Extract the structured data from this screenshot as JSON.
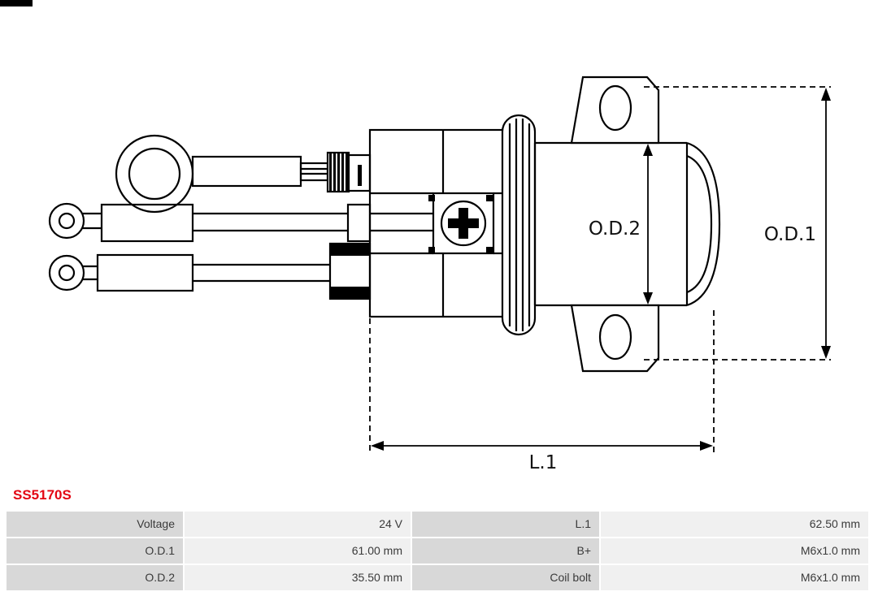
{
  "part_number": "SS5170S",
  "drawing": {
    "dimension_labels": {
      "od2": "O.D.2",
      "od1": "O.D.1",
      "l1": "L.1"
    }
  },
  "spec_table": {
    "rows": [
      [
        "Voltage",
        "24 V",
        "L.1",
        "62.50 mm"
      ],
      [
        "O.D.1",
        "61.00 mm",
        "B+",
        "M6x1.0 mm"
      ],
      [
        "O.D.2",
        "35.50 mm",
        "Coil bolt",
        "M6x1.0 mm"
      ]
    ]
  },
  "colors": {
    "accent_red": "#e30613",
    "table_label_bg": "#d8d8d8",
    "table_value_bg": "#f0f0f0",
    "line_color": "#000000"
  }
}
